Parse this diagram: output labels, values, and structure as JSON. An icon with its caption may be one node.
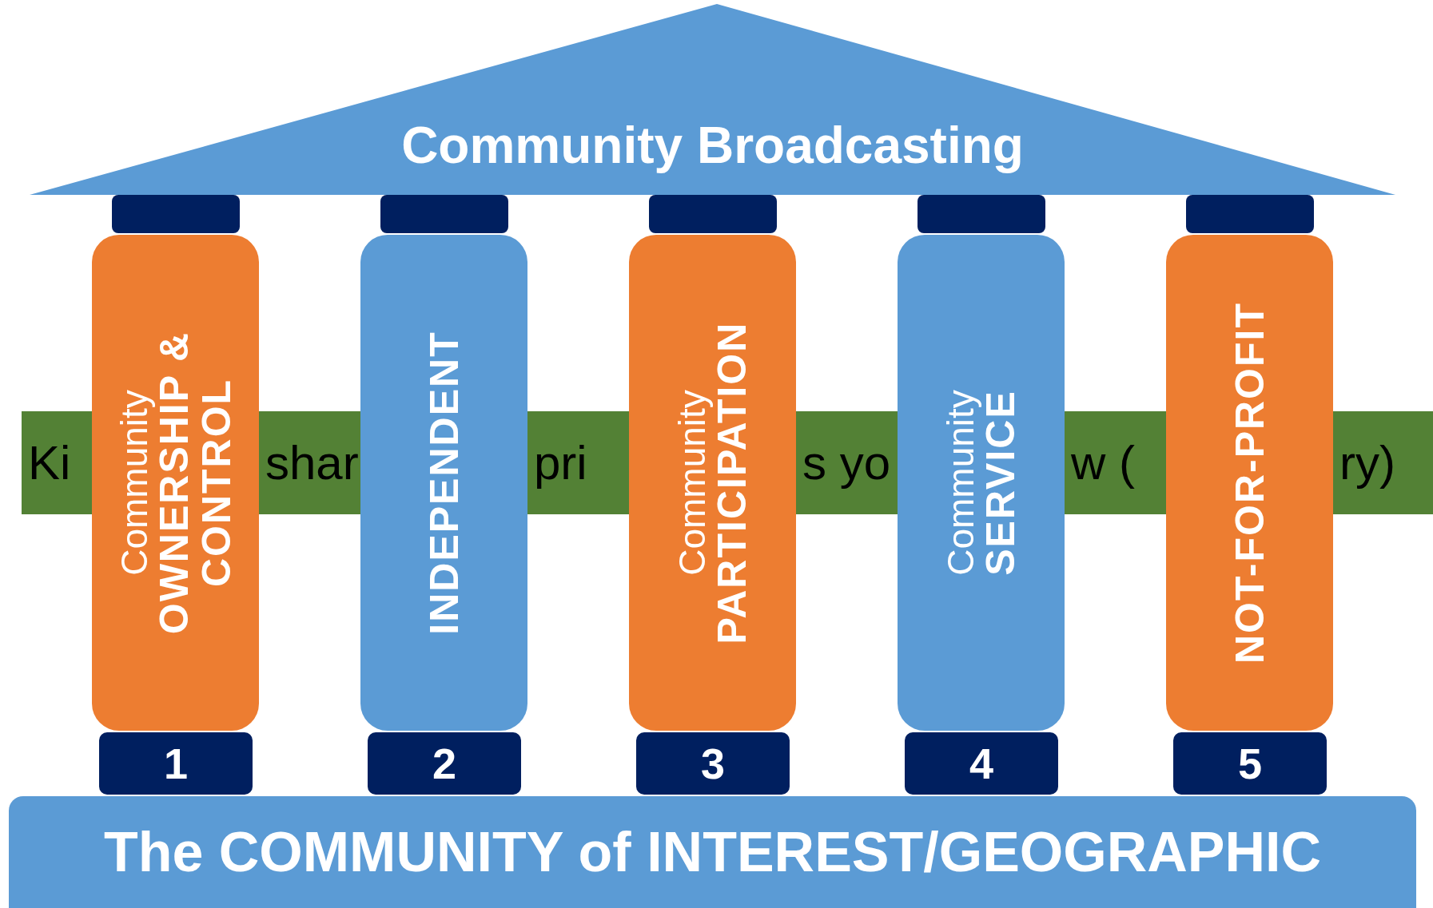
{
  "diagram": {
    "nodes": [
      {
        "text": [
          "Community Broadcasting"
        ]
      },
      {
        "text": [],
        "shape": "box"
      },
      {
        "text": [],
        "shape": "box"
      },
      {
        "text": [],
        "shape": "box"
      },
      {
        "text": [],
        "shape": "box"
      },
      {
        "text": [],
        "shape": "box"
      },
      {
        "text": [
          "Ki",
          "shar",
          "pri",
          "s yo",
          "w (",
          "ry)"
        ]
      },
      {
        "text": [
          "Community",
          "OWNERSHIP & CONTROL"
        ]
      },
      {
        "text": [
          "INDEPENDENT"
        ]
      },
      {
        "text": [
          "Community",
          "PARTICIPATION"
        ]
      },
      {
        "text": [
          "Community",
          "SERVICE"
        ]
      },
      {
        "text": [
          "NOT-FOR-PROFIT"
        ]
      },
      {
        "text": [
          "1"
        ]
      },
      {
        "text": [
          "2"
        ]
      },
      {
        "text": [
          "3"
        ]
      },
      {
        "text": [
          "4"
        ]
      },
      {
        "text": [
          "5"
        ]
      },
      {
        "text": [
          "The COMMUNITY of INTEREST/GEOGRAPHIC"
        ]
      }
    ]
  }
}
